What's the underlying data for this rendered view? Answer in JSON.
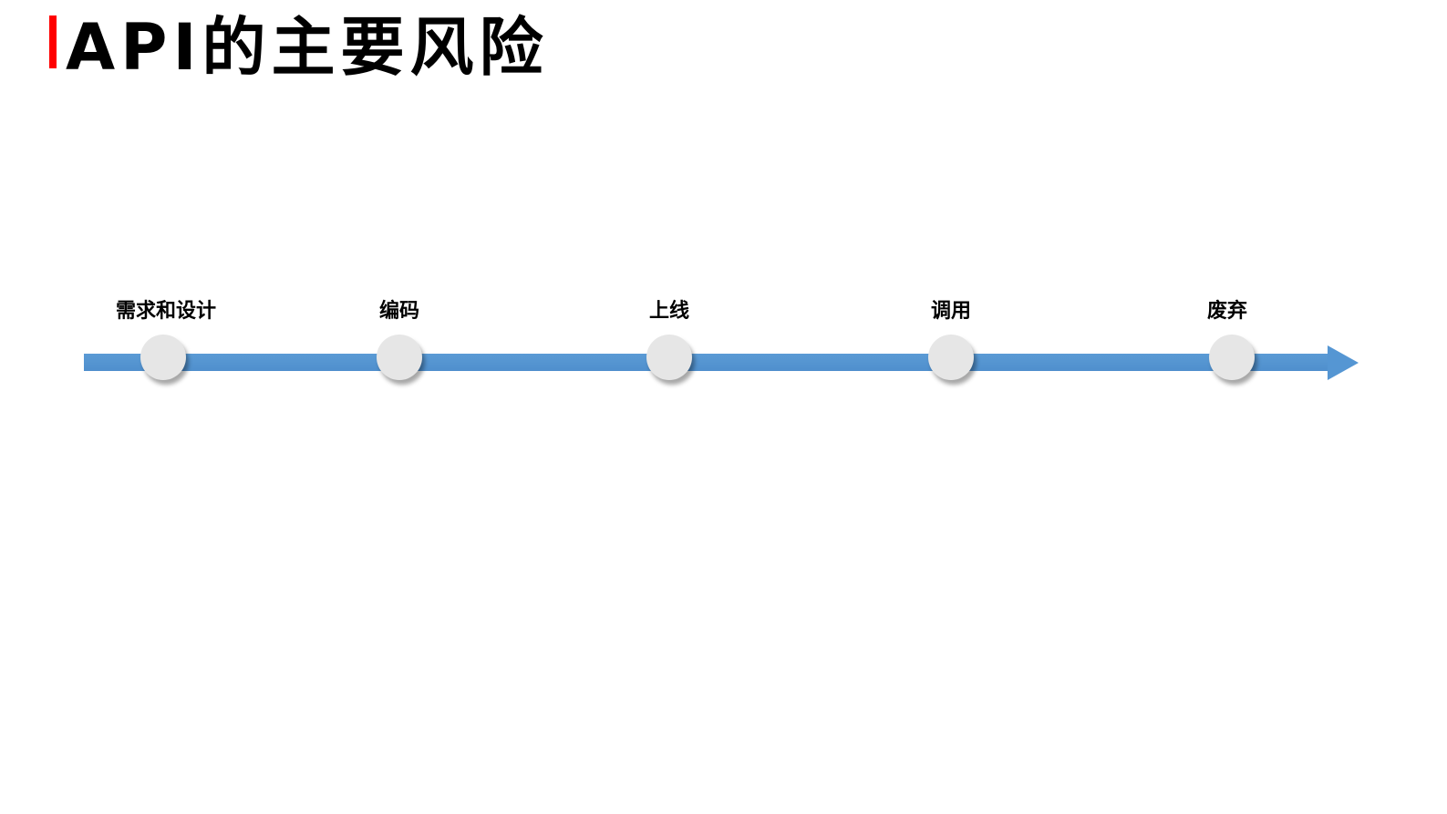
{
  "header": {
    "title": "API的主要风险",
    "accent_color": "#ff0000"
  },
  "timeline": {
    "line_color": "#5b9bd5",
    "node_color": "#e6e6e6",
    "stages": [
      {
        "label": "需求和设计"
      },
      {
        "label": "编码"
      },
      {
        "label": "上线"
      },
      {
        "label": "调用"
      },
      {
        "label": "废弃"
      }
    ]
  }
}
